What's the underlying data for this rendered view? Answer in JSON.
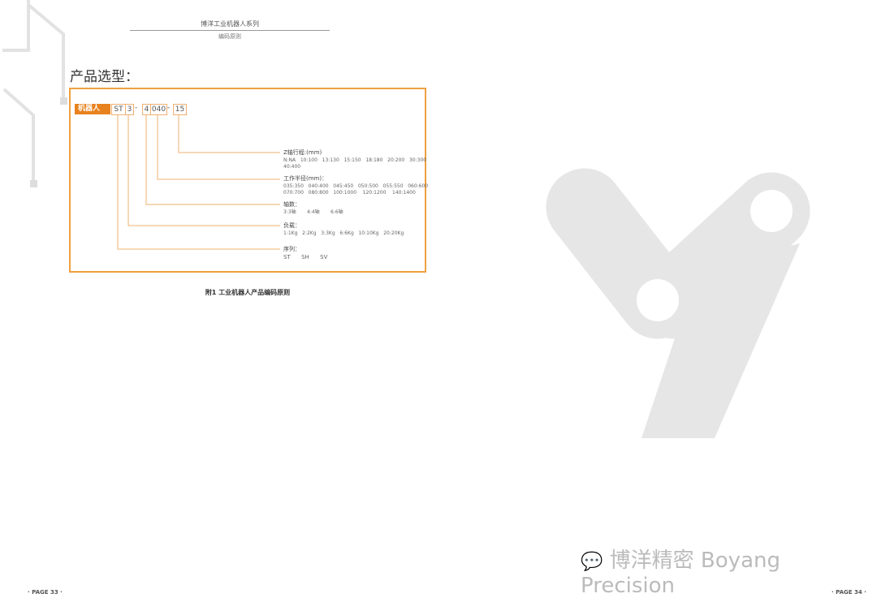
{
  "header": {
    "series": "博洋工业机器人系列",
    "subtitle": "编码原则"
  },
  "section_title": "产品选型：",
  "code": {
    "tag": "机器人",
    "parts": [
      "ST",
      "3",
      "4",
      "040",
      "15"
    ],
    "dash": "-"
  },
  "fields": [
    {
      "label": "Z轴行程:(mm)",
      "values": "N:NA   10:100   13:130   15:150   18:180   20:200   30:300\n40:400"
    },
    {
      "label": "工作半径(mm)：",
      "values": "035:350   040:400   045:450   050:500   055:550   060:600\n070:700   080:800   100:1000    120:1200    140:1400"
    },
    {
      "label": "轴数：",
      "values": "3:3轴       4:4轴       6:6轴"
    },
    {
      "label": "负载：",
      "values": "1:1Kg   2:2Kg   3:3Kg   6:6Kg   10:10Kg   20:20Kg"
    },
    {
      "label": "序列：",
      "values": "ST      SH      SV"
    }
  ],
  "caption": "附1 工业机器人产品编码原则",
  "page_left": "· PAGE  33 ·",
  "page_right": "· PAGE  34 ·",
  "brand": "博洋精密 Boyang Precision",
  "colors": {
    "accent": "#e8821e",
    "border": "#f0a040"
  }
}
